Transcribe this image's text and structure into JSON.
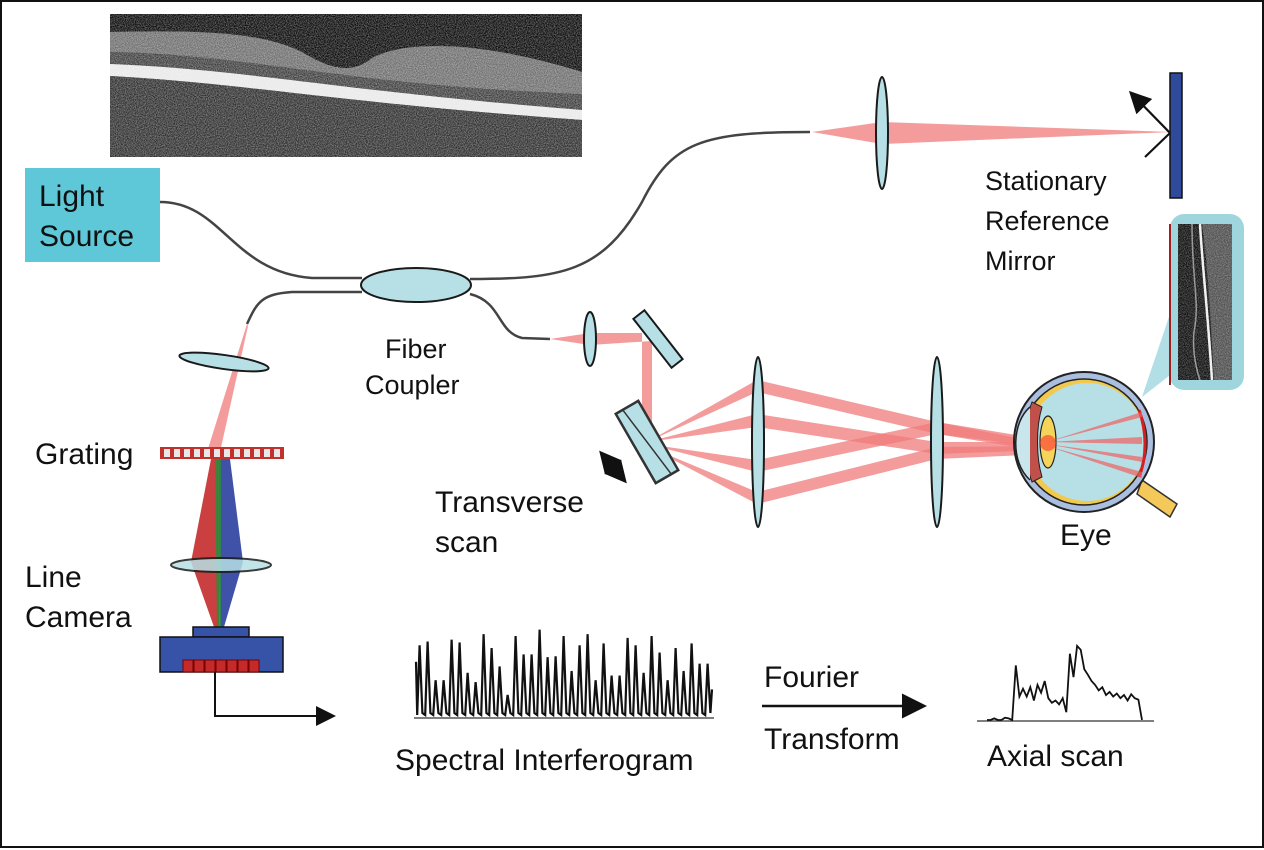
{
  "labels": {
    "light_source": [
      "Light",
      "Source"
    ],
    "fiber_coupler": [
      "Fiber",
      "Coupler"
    ],
    "reference_mirror": [
      "Stationary",
      "Reference",
      "Mirror"
    ],
    "grating": "Grating",
    "line_camera": [
      "Line",
      "Camera"
    ],
    "transverse_scan": [
      "Transverse",
      "scan"
    ],
    "eye": "Eye",
    "spectral_interferogram": "Spectral Interferogram",
    "fourier_transform": [
      "Fourier",
      "Transform"
    ],
    "axial_scan": "Axial scan"
  },
  "colors": {
    "light_source_box": "#5fc8d8",
    "lens_fill": "#b7e0e6",
    "beam": "#f07b7b",
    "mirror": "#2f4a9a",
    "camera": "#3653a8",
    "grating_red": "#c4302b",
    "spectrum_red": "#c42a2a",
    "spectrum_green": "#2e8b3e",
    "spectrum_blue": "#2b3f9e"
  },
  "icons": {
    "scan_direction": "double-arrow-icon",
    "reflection": "arrow-icon",
    "output": "right-arrow-icon"
  },
  "images": {
    "oct_bscan_horizontal": "retinal-oct-bscan",
    "oct_bscan_vertical": "retinal-oct-bscan-inset"
  },
  "signals": {
    "interferogram_peaks": [
      0.78,
      0.82,
      0.4,
      0.4,
      0.84,
      0.81,
      0.48,
      0.38,
      0.9,
      0.75,
      0.55,
      0.24,
      0.88,
      0.68,
      0.68,
      0.95,
      0.65,
      0.66,
      0.88,
      0.5,
      0.78,
      0.9,
      0.4,
      0.8,
      0.45,
      0.45,
      0.86,
      0.78,
      0.48,
      0.88,
      0.7,
      0.4,
      0.75,
      0.5,
      0.8,
      0.58,
      0.58
    ],
    "axial_scan": [
      0,
      0,
      0.02,
      0,
      0,
      0.03,
      0.02,
      0,
      0.7,
      0.3,
      0.4,
      0.3,
      0.42,
      0.25,
      0.45,
      0.35,
      0.5,
      0.28,
      0.22,
      0.25,
      0.2,
      0.28,
      0.1,
      0.85,
      0.55,
      0.95,
      0.9,
      0.65,
      0.58,
      0.5,
      0.45,
      0.38,
      0.42,
      0.32,
      0.36,
      0.3,
      0.34,
      0.28,
      0.32,
      0.25,
      0.33,
      0.28,
      0.26,
      0
    ]
  }
}
